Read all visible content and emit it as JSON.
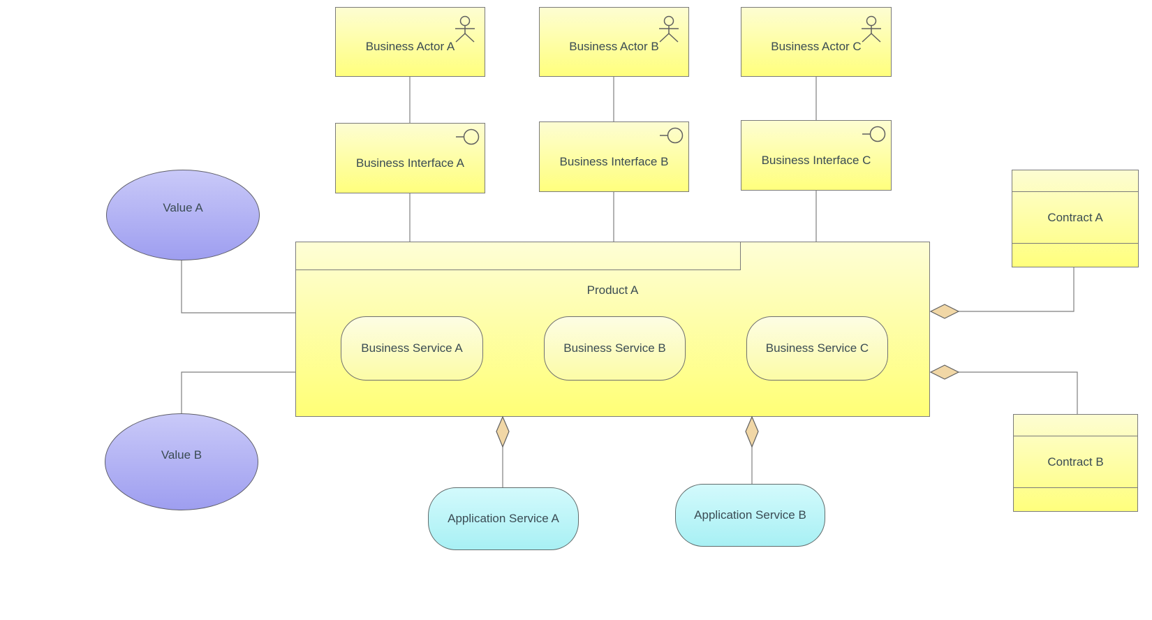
{
  "diagram_type": "ArchiMate business layer diagram",
  "colors": {
    "yellow_top": "#FDFDD2",
    "yellow_bottom": "#FFFF7D",
    "product_top": "#FEFED6",
    "product_bottom": "#FFFF76",
    "service_top": "#FDFDE4",
    "service_bottom": "#FCFCA6",
    "purple_top": "#C9C9F8",
    "purple_bottom": "#9E9EF0",
    "cyan_top": "#D3FAFC",
    "cyan_bottom": "#A8F0F4",
    "diamond": "#F1D7A6",
    "border": "#7A7A7A",
    "line": "#7F7F7F",
    "text": "#3A4B53",
    "background": "#FFFFFF"
  },
  "nodes": {
    "business_actor_a": {
      "label": "Business Actor A",
      "icon": "actor-icon"
    },
    "business_actor_b": {
      "label": "Business Actor B",
      "icon": "actor-icon"
    },
    "business_actor_c": {
      "label": "Business Actor C",
      "icon": "actor-icon"
    },
    "business_interface_a": {
      "label": "Business Interface A",
      "icon": "interface-lollipop-icon"
    },
    "business_interface_b": {
      "label": "Business Interface B",
      "icon": "interface-lollipop-icon"
    },
    "business_interface_c": {
      "label": "Business Interface C",
      "icon": "interface-lollipop-icon"
    },
    "value_a": {
      "label": "Value A"
    },
    "value_b": {
      "label": "Value B"
    },
    "product_a": {
      "label": "Product A"
    },
    "business_service_a": {
      "label": "Business Service A"
    },
    "business_service_b": {
      "label": "Business Service B"
    },
    "business_service_c": {
      "label": "Business Service C"
    },
    "application_service_a": {
      "label": "Application Service A"
    },
    "application_service_b": {
      "label": "Application Service B"
    },
    "contract_a": {
      "label": "Contract A"
    },
    "contract_b": {
      "label": "Contract B"
    }
  },
  "relationships": [
    {
      "from": "Business Actor A",
      "to": "Business Interface A",
      "type": "association"
    },
    {
      "from": "Business Actor B",
      "to": "Business Interface B",
      "type": "association"
    },
    {
      "from": "Business Actor C",
      "to": "Business Interface C",
      "type": "association"
    },
    {
      "from": "Business Interface A",
      "to": "Product A",
      "type": "association"
    },
    {
      "from": "Business Interface B",
      "to": "Product A",
      "type": "association"
    },
    {
      "from": "Business Interface C",
      "to": "Product A",
      "type": "association"
    },
    {
      "from": "Value A",
      "to": "Product A",
      "type": "association"
    },
    {
      "from": "Value B",
      "to": "Product A",
      "type": "association"
    },
    {
      "from": "Product A",
      "to": "Contract A",
      "type": "aggregation"
    },
    {
      "from": "Product A",
      "to": "Contract B",
      "type": "aggregation"
    },
    {
      "from": "Product A",
      "to": "Application Service A",
      "type": "aggregation"
    },
    {
      "from": "Product A",
      "to": "Application Service B",
      "type": "aggregation"
    }
  ]
}
